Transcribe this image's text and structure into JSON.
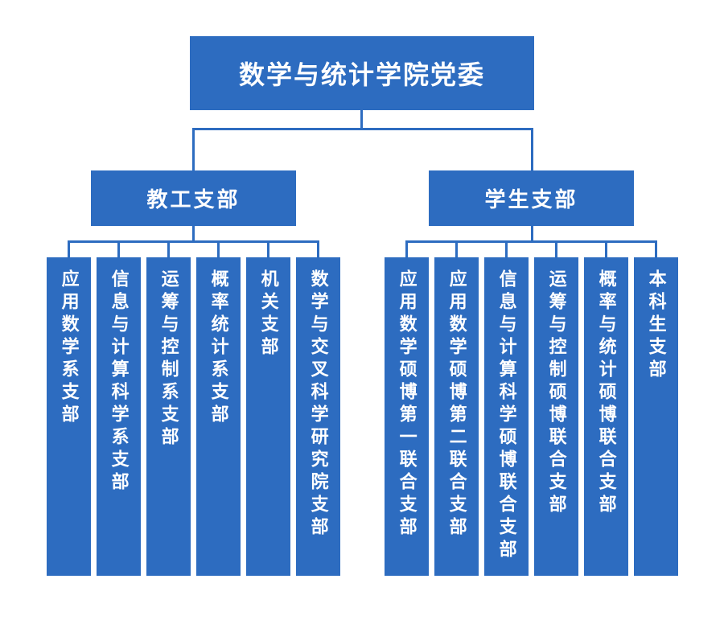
{
  "colors": {
    "primary": "#2d6cc0",
    "text": "#ffffff",
    "background": "#ffffff"
  },
  "chart_title": "数学与统计学院党委",
  "root": {
    "label": "数学与统计学院党委"
  },
  "branches": [
    {
      "label": "教工支部",
      "children": [
        {
          "label": "应用数学系支部"
        },
        {
          "label": "信息与计算科学系支部"
        },
        {
          "label": "运筹与控制系支部"
        },
        {
          "label": "概率统计系支部"
        },
        {
          "label": "机关支部"
        },
        {
          "label": "数学与交叉科学研究院支部"
        }
      ]
    },
    {
      "label": "学生支部",
      "children": [
        {
          "label": "应用数学硕博第一联合支部"
        },
        {
          "label": "应用数学硕博第二联合支部"
        },
        {
          "label": "信息与计算科学硕博联合支部"
        },
        {
          "label": "运筹与控制硕博联合支部"
        },
        {
          "label": "概率与统计硕博联合支部"
        },
        {
          "label": "本科生支部"
        }
      ]
    }
  ]
}
